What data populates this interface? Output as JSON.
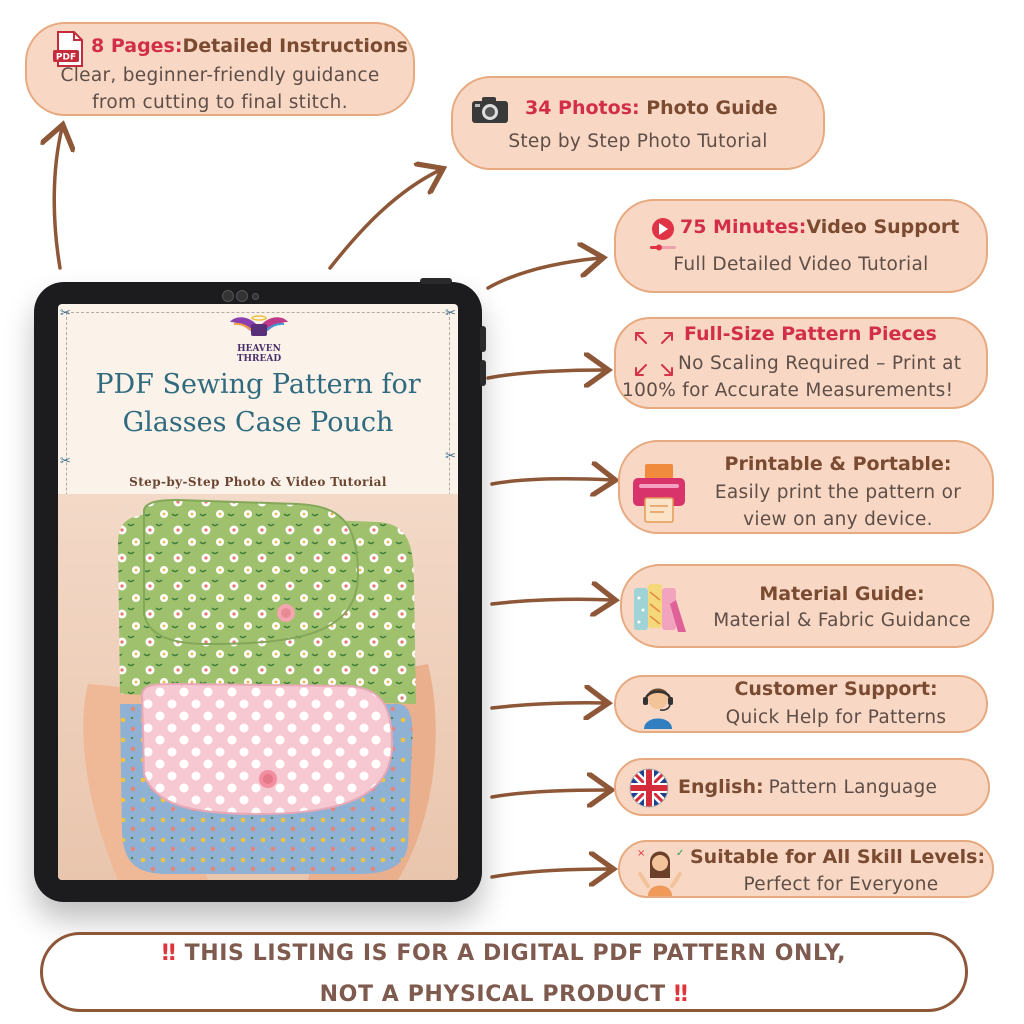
{
  "features": {
    "pages": {
      "icon": "pdf-file-icon",
      "pdf_badge": "PDF",
      "title_accent": "8 Pages:",
      "title_rest": "Detailed Instructions",
      "line1": "Clear, beginner-friendly guidance",
      "line2": "from cutting to final stitch."
    },
    "photos": {
      "icon": "camera-icon",
      "title_accent": "34 Photos:",
      "title_rest": "Photo Guide",
      "line1": "Step by Step Photo Tutorial"
    },
    "video": {
      "icon": "play-video-icon",
      "title_accent": "75 Minutes:",
      "title_rest": "Video Support",
      "line1": "Full Detailed Video Tutorial"
    },
    "fullsize": {
      "icon": "expand-arrows-icon",
      "title_accent": "Full-Size Pattern Pieces",
      "line1": "No Scaling Required – Print at",
      "line2": "100% for Accurate Measurements!"
    },
    "printable": {
      "icon": "printer-icon",
      "title": "Printable & Portable:",
      "line1": "Easily print the pattern or",
      "line2": "view on any device."
    },
    "material": {
      "icon": "fabric-rolls-icon",
      "title": "Material Guide:",
      "line1": "Material & Fabric Guidance"
    },
    "support": {
      "icon": "customer-support-icon",
      "title": "Customer Support:",
      "line1": "Quick Help for Patterns"
    },
    "language": {
      "icon": "uk-flag-icon",
      "title": "English:",
      "line1": "Pattern Language"
    },
    "skill": {
      "icon": "skill-person-icon",
      "title": "Suitable for All Skill Levels:",
      "line1": "Perfect for Everyone"
    }
  },
  "tablet": {
    "logo_line1": "HEAVEN",
    "logo_line2": "THREAD",
    "heading_line1": "PDF Sewing Pattern for",
    "heading_line2": "Glasses Case Pouch",
    "subheading": "Step-by-Step Photo & Video Tutorial"
  },
  "banner": {
    "mark": "‼",
    "line1": "THIS LISTING IS FOR A DIGITAL PDF PATTERN ONLY,",
    "line2": "NOT A PHYSICAL PRODUCT"
  },
  "colors": {
    "accent_red": "#d32e49",
    "pill_fill": "#f8d8c4",
    "pill_border": "#e7a97f",
    "arrow": "#8d5738",
    "title_teal": "#2f6a7e"
  }
}
